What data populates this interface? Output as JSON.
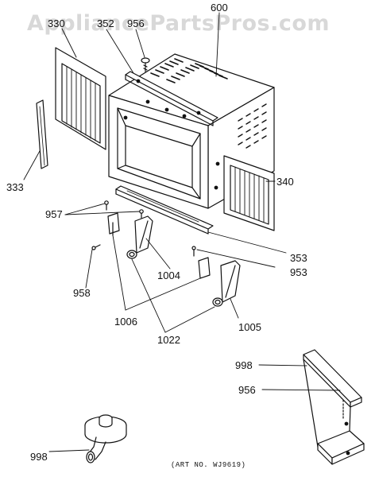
{
  "watermark": "AppliancePartsPros.com",
  "art_number": "(ART NO. WJ9619)",
  "callouts": {
    "c330": "330",
    "c352": "352",
    "c956a": "956",
    "c600": "600",
    "c333": "333",
    "c340": "340",
    "c957": "957",
    "c353": "353",
    "c953": "953",
    "c958": "958",
    "c1004": "1004",
    "c1006": "1006",
    "c1022": "1022",
    "c1005": "1005",
    "c956b": "956",
    "c998a": "998",
    "c998b": "998"
  }
}
